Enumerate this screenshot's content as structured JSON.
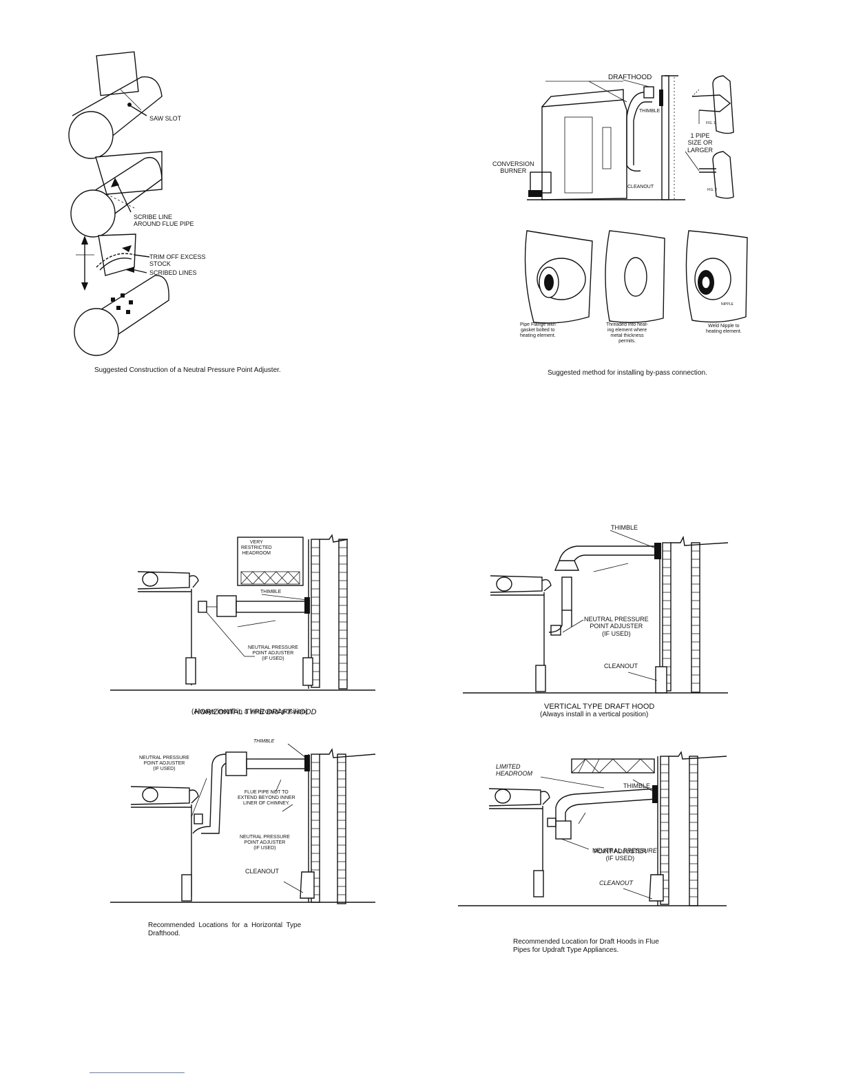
{
  "fig1": {
    "labels": {
      "saw_slot": "SAW SLOT",
      "scribe_line": "SCRIBE LINE\nAROUND FLUE PIPE",
      "trim": "TRIM OFF EXCESS\nSTOCK",
      "scribed": "SCRIBED LINES"
    },
    "caption": "Suggested Construction of a Neutral Pressure Point Adjuster."
  },
  "fig2": {
    "labels": {
      "drafthood": "DRAFTHOOD",
      "thimble": "THIMBLE",
      "conversion": "CONVERSION\nBURNER",
      "cleanout": "CLEANOUT",
      "fig1": "FIG. 1",
      "fig2": "FIG. 2",
      "pipe_size": "1 PIPE\nSIZE OR\nLARGER",
      "flange": "Pipe Flange with\ngasket bolted to\nheating element.",
      "threaded": "Threaded into heat-\ning element where\nmetal thickness\npermits.",
      "weld": "Weld Nipple to\nheating element.",
      "nipple": "NIPPLE"
    },
    "caption": "Suggested method for installing by-pass connection."
  },
  "fig3": {
    "labels": {
      "very": "VERY\nRESTRICTED\nHEADROOM",
      "thimble": "THIMBLE",
      "npa": "NEUTRAL PRESSURE\nPOINT ADJUSTER\n(IF USED)"
    },
    "title_part1": "HORIZONTAL ",
    "title_part2": "TYPE DRAFT HOOD",
    "subtitle": "(Always install in a horizontal position)"
  },
  "fig4": {
    "labels": {
      "thimble": "THIMBLE",
      "npa": "NEUTRAL PRESSURE\nPOINT ADJUSTER\n(IF USED)",
      "cleanout": "CLEANOUT"
    },
    "title": "VERTICAL TYPE DRAFT HOOD",
    "subtitle": "(Always install in a vertical position)"
  },
  "fig5": {
    "labels": {
      "npa_top": "NEUTRAL PRESSURE\nPOINT ADJUSTER\n(IF USED)",
      "thimble": "THIMBLE",
      "flue": "FLUE PIPE NOT TO\nEXTEND BEYOND INNER\nLINER OF CHIMNEY.",
      "npa_mid": "NEUTRAL PRESSURE\nPOINT ADJUSTER\n(IF USED)",
      "cleanout": "CLEANOUT"
    },
    "caption": "Recommended  Locations  for  a  Horizontal  Type\nDrafthood."
  },
  "fig6": {
    "labels": {
      "limited": "LIMITED\nHEADROOM",
      "thimble": "THIMBLE",
      "npa1": "NEUTRAL ",
      "npa2": "PRESSURE",
      "npa_rest": "POINT ADJUSTER\n(IF USED)",
      "cleanout": "CLEANOUT"
    },
    "caption": "Recommended Location for Draft Hoods in Flue\nPipes for Updraft Type Appliances."
  }
}
